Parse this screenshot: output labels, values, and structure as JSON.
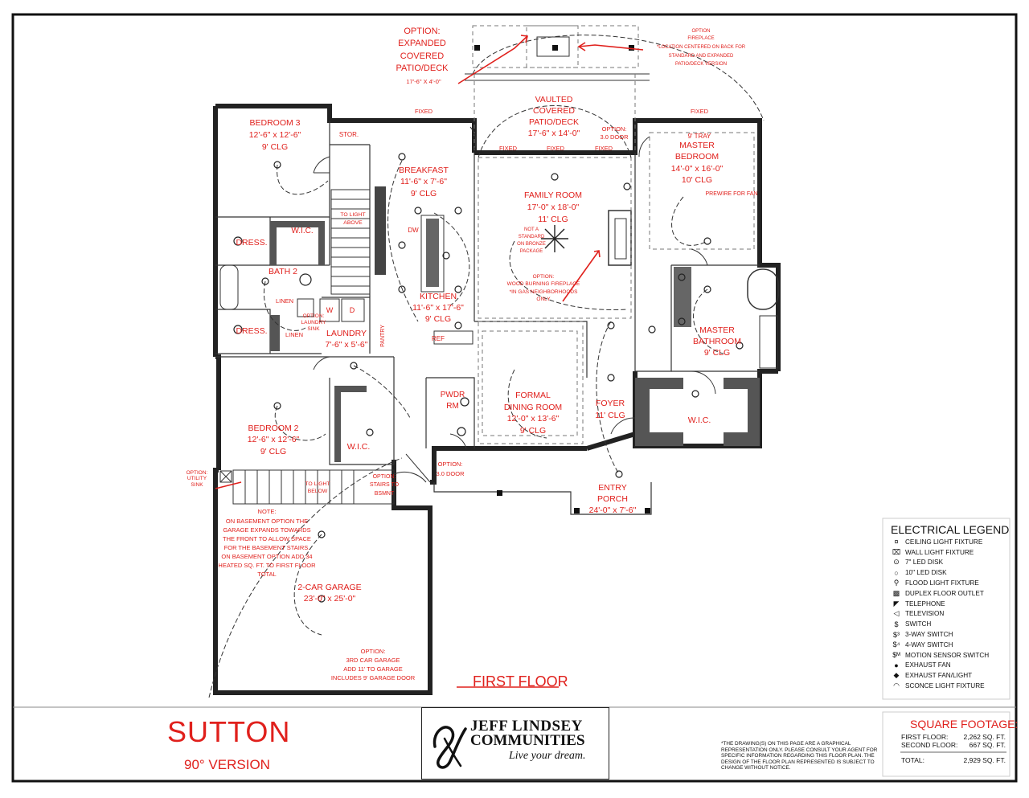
{
  "plan_name": "SUTTON",
  "version": "90° VERSION",
  "floor_label": "FIRST FLOOR",
  "builder": {
    "line1": "JEFF LINDSEY",
    "line2": "COMMUNITIES",
    "tagline": "Live your dream."
  },
  "rooms": {
    "bedroom3": {
      "name": "BEDROOM 3",
      "size": "12'-6\" x 12'-6\"",
      "clg": "9' CLG"
    },
    "stor": "STOR.",
    "breakfast": {
      "name": "BREAKFAST",
      "size": "11'-6\" x 7'-6\"",
      "clg": "9' CLG"
    },
    "family": {
      "name": "FAMILY ROOM",
      "size": "17'-0\" x 18'-0\"",
      "clg": "11' CLG"
    },
    "master": {
      "tray": "9' TRAY",
      "name1": "MASTER",
      "name2": "BEDROOM",
      "size": "14'-0\" x 16'-0\"",
      "clg": "10' CLG"
    },
    "vaulted": {
      "l1": "VAULTED",
      "l2": "COVERED",
      "l3": "PATIO/DECK",
      "size": "17'-6\" x 14'-0\""
    },
    "kitchen": {
      "name": "KITCHEN",
      "size": "11'-6\" x 17'-6\"",
      "clg": "9' CLG"
    },
    "laundry": {
      "name": "LAUNDRY",
      "size": "7'-6\" x 5'-6\""
    },
    "bath2": "BATH 2",
    "dress_top": "DRESS.",
    "dress_bottom": "DRESS.",
    "wic_top": "W.I.C.",
    "linen1": "LINEN",
    "linen2": "LINEN",
    "pantry": "PANTRY",
    "dw": "DW",
    "ref": "REF",
    "w": "W",
    "d": "D",
    "master_bath": {
      "l1": "MASTER",
      "l2": "BATHROOM",
      "clg": "9' CLG"
    },
    "master_wic": "W.I.C.",
    "bedroom2": {
      "name": "BEDROOM 2",
      "size": "12'-6\" x 12'-6\"",
      "clg": "9' CLG"
    },
    "wic_b2": "W.I.C.",
    "pwdr": {
      "l1": "PWDR",
      "l2": "RM"
    },
    "dining": {
      "l1": "FORMAL",
      "l2": "DINING ROOM",
      "size": "12'-0\" x 13'-6\"",
      "clg": "9' CLG"
    },
    "foyer": {
      "name": "FOYER",
      "clg": "11' CLG"
    },
    "porch": {
      "l1": "ENTRY",
      "l2": "PORCH",
      "size": "24'-0\" x 7'-6\""
    },
    "garage": {
      "name": "2-CAR GARAGE",
      "size": "23'-0\" x 25'-0\""
    }
  },
  "notes": {
    "patio_option": [
      "OPTION:",
      "EXPANDED",
      "COVERED",
      "PATIO/DECK"
    ],
    "patio_dim": "17'-6\" X 4'-0\"",
    "fireplace_option": [
      "OPTION",
      "FIREPLACE",
      "*LOCATION CENTERED ON BACK FOR",
      "STANDARD AND EXPANDED",
      "PATIO/DECK VERSION"
    ],
    "fixed": "FIXED",
    "door_option": [
      "OPTION:",
      "3.0 DOOR"
    ],
    "prewire": "PREWIRE FOR FAN",
    "to_light_above": [
      "TO LIGHT",
      "ABOVE"
    ],
    "not_standard": [
      "NOT A",
      "STANDARD",
      "ON BRONZE",
      "PACKAGE"
    ],
    "wood_fireplace": [
      "OPTION:",
      "WOOD BURNING FIREPLACE",
      "*IN GAS NEIGHBORHOODS",
      "ONLY"
    ],
    "laundry_sink": [
      "OPTION:",
      "LAUNDRY",
      "SINK"
    ],
    "utility_sink": [
      "OPTION:",
      "UTILITY",
      "SINK"
    ],
    "to_light_below": [
      "TO LIGHT",
      "BELOW"
    ],
    "stairs_option": [
      "OPTION:",
      "STAIRS TO",
      "BSMNT"
    ],
    "door_option2": [
      "OPTION:",
      "3.0 DOOR"
    ],
    "basement_note": [
      "NOTE:",
      "ON BASEMENT OPTION THE",
      "GARAGE EXPANDS TOWARDS",
      "THE FRONT TO ALLOW SPACE",
      "FOR THE BASEMENT STAIRS.",
      "ON BASEMENT OPTION ADD 34",
      "HEATED SQ. FT. TO FIRST FLOOR",
      "TOTAL"
    ],
    "third_car": [
      "OPTION:",
      "3RD CAR GARAGE",
      "ADD 11' TO GARAGE",
      "INCLUDES 9' GARAGE DOOR"
    ]
  },
  "legend": {
    "title": "ELECTRICAL LEGEND",
    "items": [
      {
        "symbol": "¤",
        "label": "CEILING LIGHT FIXTURE"
      },
      {
        "symbol": "⌧",
        "label": "WALL LIGHT FIXTURE"
      },
      {
        "symbol": "⊙",
        "label": "7\" LED DISK"
      },
      {
        "symbol": "○",
        "label": "10\" LED DISK"
      },
      {
        "symbol": "⚲",
        "label": "FLOOD LIGHT FIXTURE"
      },
      {
        "symbol": "▩",
        "label": "DUPLEX FLOOR OUTLET"
      },
      {
        "symbol": "◤",
        "label": "TELEPHONE"
      },
      {
        "symbol": "◁",
        "label": "TELEVISION"
      },
      {
        "symbol": "$",
        "label": "SWITCH"
      },
      {
        "symbol": "$³",
        "label": "3-WAY SWITCH"
      },
      {
        "symbol": "$⁴",
        "label": "4-WAY SWITCH"
      },
      {
        "symbol": "$ᴹ",
        "label": "MOTION SENSOR SWITCH"
      },
      {
        "symbol": "●",
        "label": "EXHAUST FAN"
      },
      {
        "symbol": "◆",
        "label": "EXHAUST FAN/LIGHT"
      },
      {
        "symbol": "◠",
        "label": "SCONCE LIGHT FIXTURE"
      }
    ]
  },
  "square_footage": {
    "title": "SQUARE FOOTAGE:",
    "first_label": "FIRST FLOOR:",
    "first_value": "2,262 SQ. FT.",
    "second_label": "SECOND FLOOR:",
    "second_value": "667 SQ. FT.",
    "total_label": "TOTAL:",
    "total_value": "2,929 SQ. FT."
  },
  "disclaimer": "*THE DRAWING(S) ON THIS PAGE ARE A GRAPHICAL REPRESENTATION ONLY. PLEASE CONSULT YOUR AGENT FOR SPECIFIC INFORMATION REGARDING THIS FLOOR PLAN. THE DESIGN OF THE FLOOR PLAN REPRESENTED IS SUBJECT TO CHANGE WITHOUT NOTICE.",
  "colors": {
    "annotation": "#e0201c",
    "line": "#222222",
    "background": "#ffffff"
  }
}
